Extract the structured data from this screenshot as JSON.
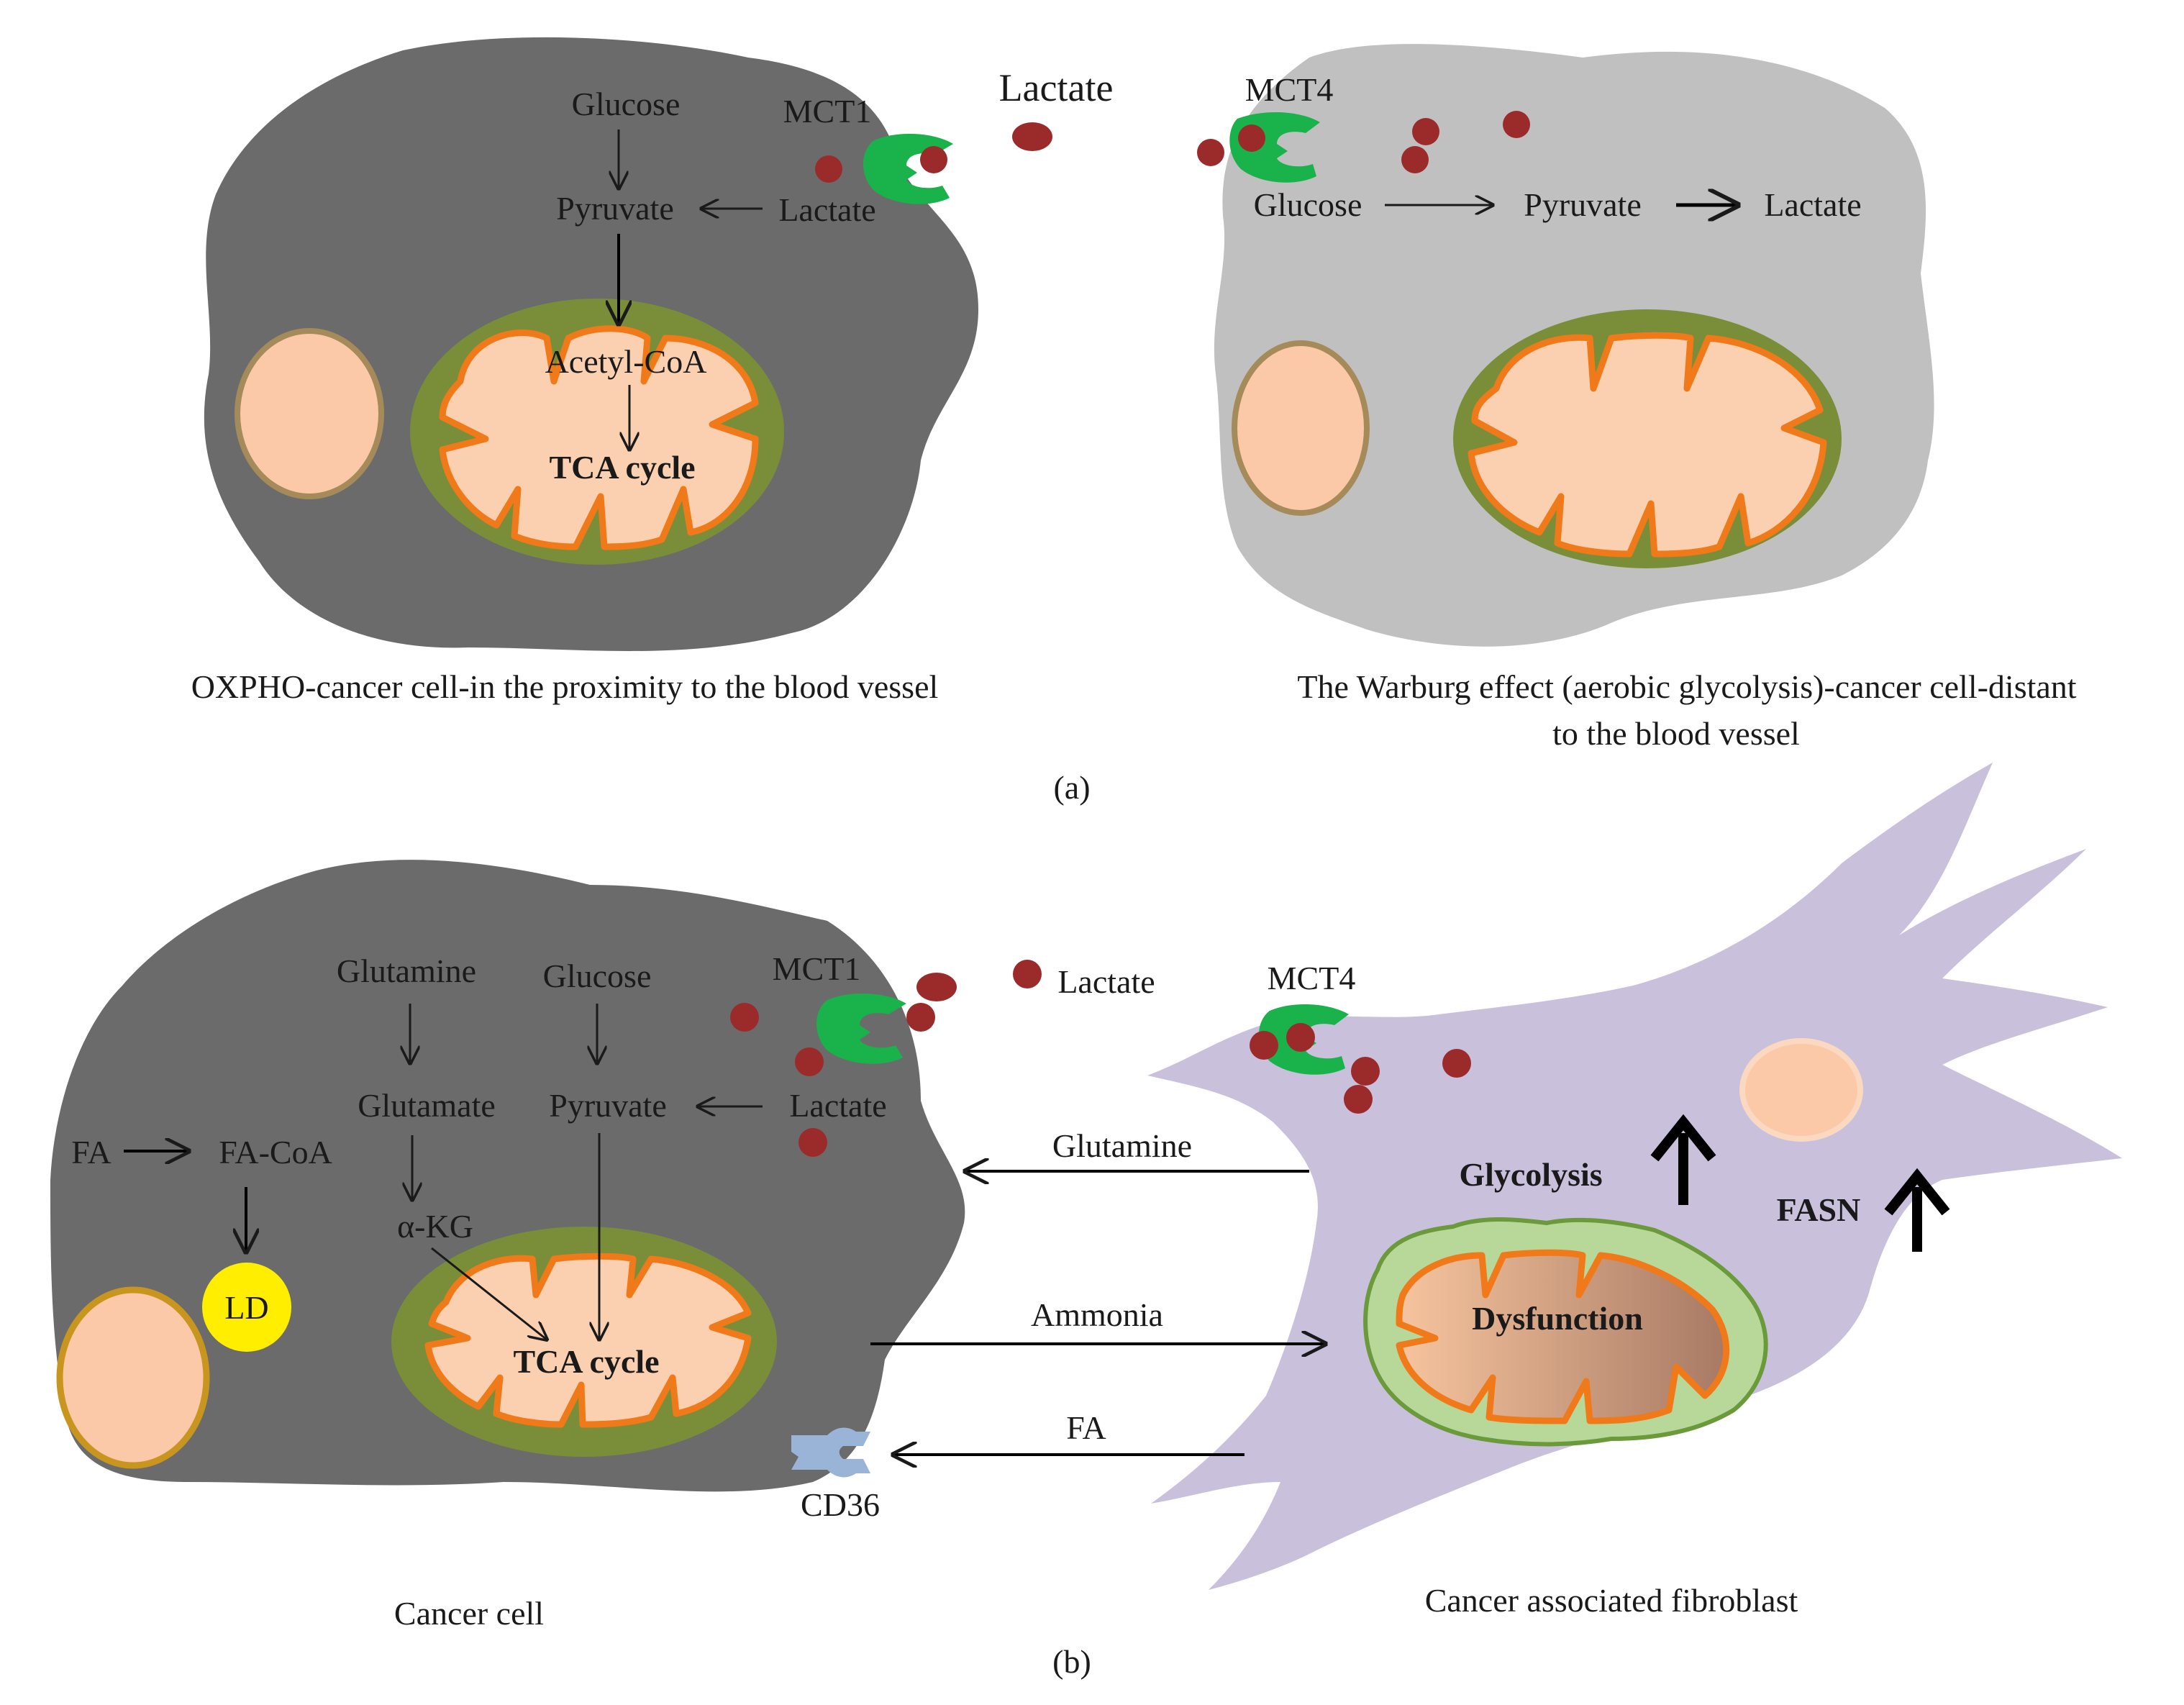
{
  "panel_a": {
    "left_cell": {
      "glucose": "Glucose",
      "pyruvate": "Pyruvate",
      "lactate": "Lactate",
      "mct1": "MCT1",
      "acetyl_coa": "Acetyl-CoA",
      "tca": "TCA cycle",
      "caption": "OXPHO-cancer cell-in the proximity to the blood vessel"
    },
    "middle_lactate": "Lactate",
    "right_cell": {
      "mct4": "MCT4",
      "glucose": "Glucose",
      "pyruvate": "Pyruvate",
      "lactate": "Lactate",
      "caption_line1": "The Warburg effect (aerobic glycolysis)-cancer cell-distant",
      "caption_line2": "to the blood vessel"
    },
    "panel_label": "(a)"
  },
  "panel_b": {
    "cancer_cell": {
      "glutamine": "Glutamine",
      "glucose": "Glucose",
      "glutamate": "Glutamate",
      "pyruvate": "Pyruvate",
      "lactate": "Lactate",
      "mct1": "MCT1",
      "fa": "FA",
      "fa_coa": "FA-CoA",
      "alpha_kg": "α-KG",
      "ld": "LD",
      "tca": "TCA cycle",
      "cd36": "CD36",
      "caption": "Cancer cell"
    },
    "lactate_out": "Lactate",
    "glutamine_arrow": "Glutamine",
    "ammonia_arrow": "Ammonia",
    "fa_arrow": "FA",
    "fibroblast": {
      "mct4": "MCT4",
      "glycolysis": "Glycolysis",
      "fasn": "FASN",
      "dysfunction": "Dysfunction",
      "caption": "Cancer associated fibroblast"
    },
    "panel_label": "(b)"
  },
  "colors": {
    "dark_cell": "#6b6b6b",
    "light_cell": "#c0c0c0",
    "mito_outer": "#7a8e3a",
    "mito_border": "#f07a1a",
    "mito_inner": "#fbd0b0",
    "nucleus": "#fbc8a8",
    "nucleus_border": "#a58a5a",
    "transporter": "#1ab24a",
    "lactate_dot": "#9b2b2b",
    "ld": "#ffee00",
    "fibroblast": "#c9c0dc",
    "cd36": "#9ab4d8"
  }
}
